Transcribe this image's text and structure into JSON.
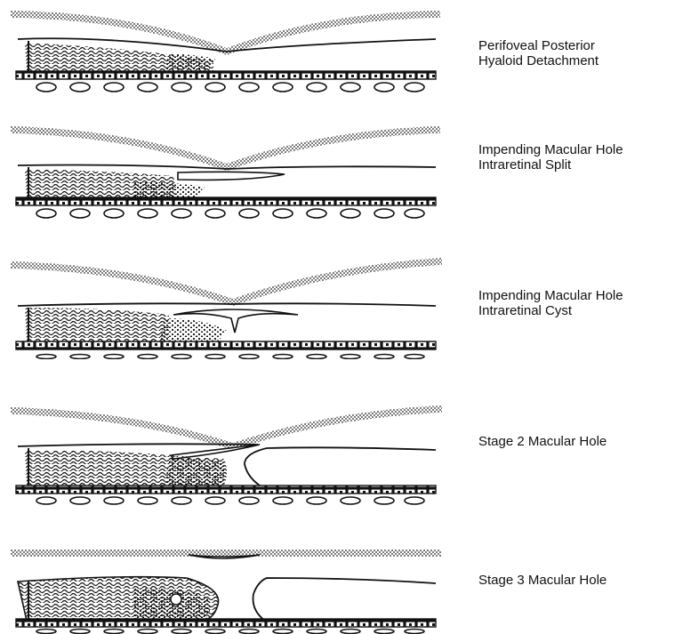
{
  "stages": [
    {
      "line1": "Perifoveal Posterior",
      "line2": "Hyaloid Detachment"
    },
    {
      "line1": "Impending Macular Hole",
      "line2": "Intraretinal Split"
    },
    {
      "line1": "Impending Macular Hole",
      "line2": "Intraretinal Cyst"
    },
    {
      "line1": "Stage 2 Macular Hole",
      "line2": ""
    },
    {
      "line1": "Stage 3 Macular Hole",
      "line2": ""
    }
  ]
}
